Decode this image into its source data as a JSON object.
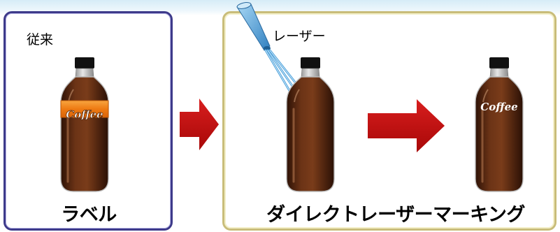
{
  "before": {
    "caption": "従来",
    "method_label": "ラベル",
    "bottle_text": "Coffee"
  },
  "after": {
    "laser_label": "レーザー",
    "method_label": "ダイレクトレーザーマーキング",
    "bottle_text": "Coffee"
  },
  "colors": {
    "arrow": "#c00f10",
    "left_border": "#3d3a8a",
    "right_border": "#c9bd7a",
    "bottle_body": "#5a2a12",
    "label_band": "#f28a1c",
    "laser_head": "#5ea9dd"
  },
  "icons": [
    "bottle-icon",
    "laser-nozzle-icon",
    "laser-beam-icon",
    "right-arrow-icon"
  ]
}
